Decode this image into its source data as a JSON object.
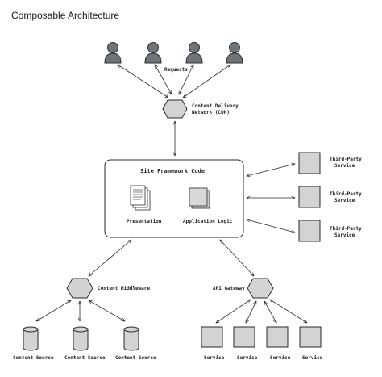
{
  "title": "Composable Architecture",
  "requests_label": "Requests",
  "cdn_label": [
    "Content Delivery",
    "Network (CDN)"
  ],
  "framework": {
    "title": "Site Framework Code",
    "presentation": "Presentation",
    "application_logic": "Application Logic"
  },
  "third_party": [
    [
      "Third-Party",
      "Service"
    ],
    [
      "Third-Party",
      "Service"
    ],
    [
      "Third-Party",
      "Service"
    ]
  ],
  "middleware_label": "Content Middleware",
  "gateway_label": "API Gateway",
  "content_sources": [
    "Content Source",
    "Content Source",
    "Content Source"
  ],
  "services": [
    "Service",
    "Service",
    "Service",
    "Service"
  ],
  "colors": {
    "person_fill": "#6f7479",
    "shape_fill": "#d3d3d3",
    "stroke": "#2a2a2a"
  }
}
